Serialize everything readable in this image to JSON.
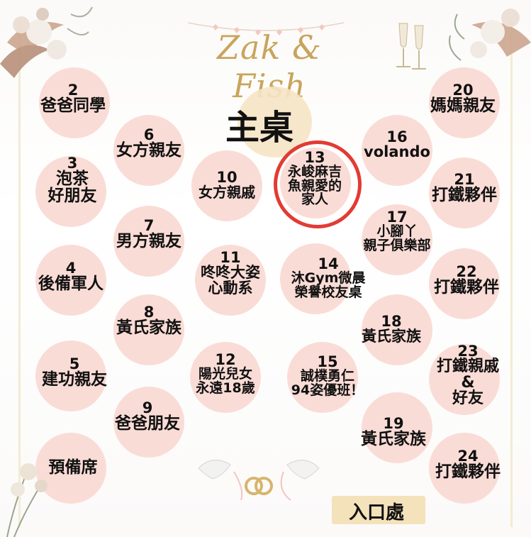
{
  "header": {
    "title": "Zak & Fish"
  },
  "main_table": {
    "label": "主桌"
  },
  "entrance": {
    "label": "入口處"
  },
  "tables": [
    {
      "num": "2",
      "name": "爸爸同學"
    },
    {
      "num": "20",
      "name": "媽媽親友"
    },
    {
      "num": "6",
      "name": "女方親友"
    },
    {
      "num": "16",
      "name": "volando"
    },
    {
      "num": "3",
      "name": "泡茶\n好朋友"
    },
    {
      "num": "10",
      "name": "女方親戚"
    },
    {
      "num": "13",
      "name": "永峻麻吉\n魚親愛的\n家人"
    },
    {
      "num": "21",
      "name": "打鐵夥伴"
    },
    {
      "num": "7",
      "name": "男方親友"
    },
    {
      "num": "17",
      "name": "小腳丫\n親子俱樂部"
    },
    {
      "num": "4",
      "name": "後備軍人"
    },
    {
      "num": "11",
      "name": "咚咚大姿\n心動系"
    },
    {
      "num": "14",
      "name": "沐Gym微晨\n榮譽校友桌"
    },
    {
      "num": "22",
      "name": "打鐵夥伴"
    },
    {
      "num": "8",
      "name": "黃氏家族"
    },
    {
      "num": "18",
      "name": "黃氏家族"
    },
    {
      "num": "5",
      "name": "建功親友"
    },
    {
      "num": "12",
      "name": "陽光兒女\n永遠18歲"
    },
    {
      "num": "15",
      "name": "誠樸勇仁\n94姿優班！"
    },
    {
      "num": "23",
      "name": "打鐵親戚\n&\n好友"
    },
    {
      "num": "9",
      "name": "爸爸朋友"
    },
    {
      "num": "19",
      "name": "黃氏家族"
    },
    {
      "num": "",
      "name": "預備席"
    },
    {
      "num": "24",
      "name": "打鐵夥伴"
    }
  ]
}
